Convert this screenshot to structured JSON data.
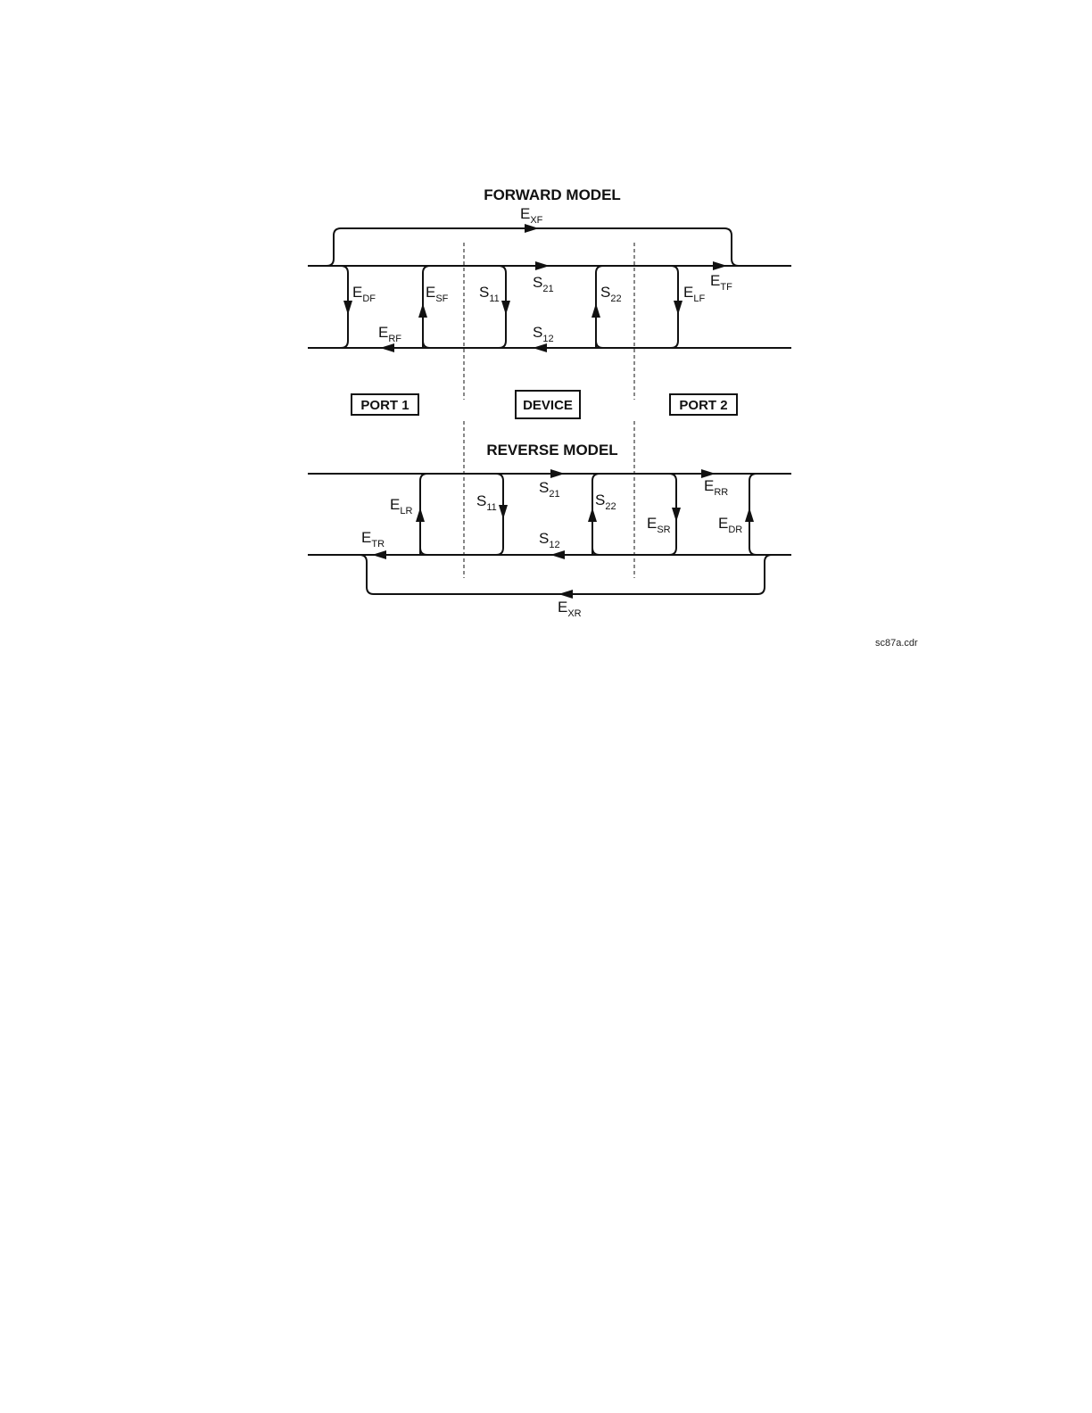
{
  "forward_model": {
    "title": "FORWARD MODEL",
    "labels": {
      "exf": {
        "main": "E",
        "sub": "XF"
      },
      "edf": {
        "main": "E",
        "sub": "DF"
      },
      "esf": {
        "main": "E",
        "sub": "SF"
      },
      "s11": {
        "main": "S",
        "sub": "11"
      },
      "s21": {
        "main": "S",
        "sub": "21"
      },
      "s22": {
        "main": "S",
        "sub": "22"
      },
      "elf": {
        "main": "E",
        "sub": "LF"
      },
      "etf": {
        "main": "E",
        "sub": "TF"
      },
      "erf": {
        "main": "E",
        "sub": "RF"
      },
      "s12": {
        "main": "S",
        "sub": "12"
      }
    }
  },
  "boxes": {
    "port1": "PORT 1",
    "device": "DEVICE",
    "port2": "PORT 2"
  },
  "reverse_model": {
    "title": "REVERSE MODEL",
    "labels": {
      "s21": {
        "main": "S",
        "sub": "21"
      },
      "err": {
        "main": "E",
        "sub": "RR"
      },
      "elr": {
        "main": "E",
        "sub": "LR"
      },
      "s11": {
        "main": "S",
        "sub": "11"
      },
      "s22": {
        "main": "S",
        "sub": "22"
      },
      "esr": {
        "main": "E",
        "sub": "SR"
      },
      "edr": {
        "main": "E",
        "sub": "DR"
      },
      "etr": {
        "main": "E",
        "sub": "TR"
      },
      "s12": {
        "main": "S",
        "sub": "12"
      },
      "exr": {
        "main": "E",
        "sub": "XR"
      }
    }
  },
  "file_name": "sc87a.cdr"
}
